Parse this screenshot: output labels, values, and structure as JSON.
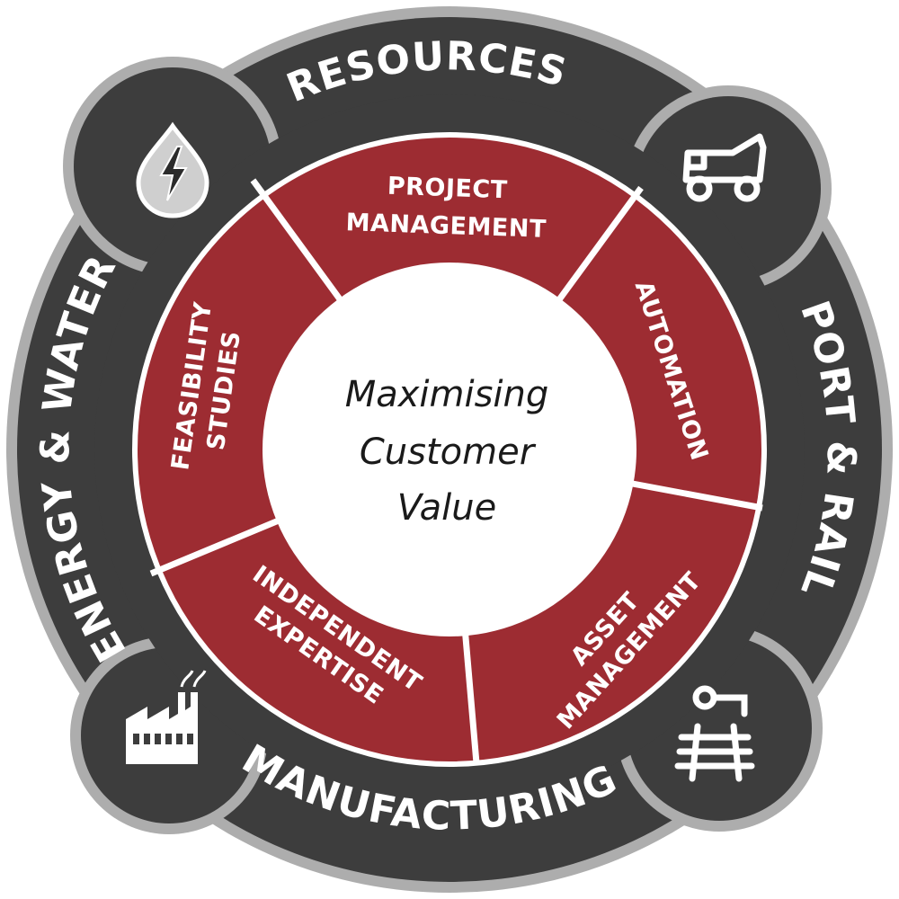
{
  "colors": {
    "outer_ring": "#3d3d3d",
    "outer_rim": "#adadad",
    "inner_ring": "#9d2c32",
    "divider": "#ffffff",
    "center_fill": "#ffffff",
    "center_text": "#1a1a1a",
    "label_text": "#ffffff"
  },
  "outer_ring": {
    "sectors": [
      {
        "label": "RESOURCES",
        "icon": "dump-truck-icon"
      },
      {
        "label": "PORT & RAIL",
        "icon": "railway-track-icon"
      },
      {
        "label": "MANUFACTURING",
        "icon": "factory-icon"
      },
      {
        "label": "ENERGY & WATER",
        "icon": "water-drop-lightning-icon"
      }
    ]
  },
  "inner_ring": {
    "services": [
      {
        "lines": [
          "PROJECT",
          "MANAGEMENT"
        ]
      },
      {
        "lines": [
          "AUTOMATION"
        ]
      },
      {
        "lines": [
          "ASSET",
          "MANAGEMENT"
        ]
      },
      {
        "lines": [
          "INDEPENDENT",
          "EXPERTISE"
        ]
      },
      {
        "lines": [
          "FEASIBILITY",
          "STUDIES"
        ]
      }
    ]
  },
  "center": {
    "lines": [
      "Maximising",
      "Customer",
      "Value"
    ]
  }
}
